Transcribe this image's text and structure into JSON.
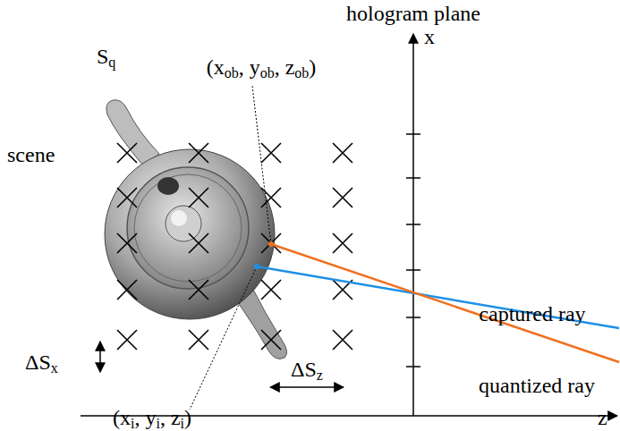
{
  "diagram": {
    "labels": [
      "hologram plane",
      "x",
      "z",
      "Sq",
      "(xob, yob, zob)",
      "scene",
      "ΔSx",
      "(xi, yi, zi)",
      "ΔSz",
      "captured ray",
      "quantized ray"
    ]
  }
}
